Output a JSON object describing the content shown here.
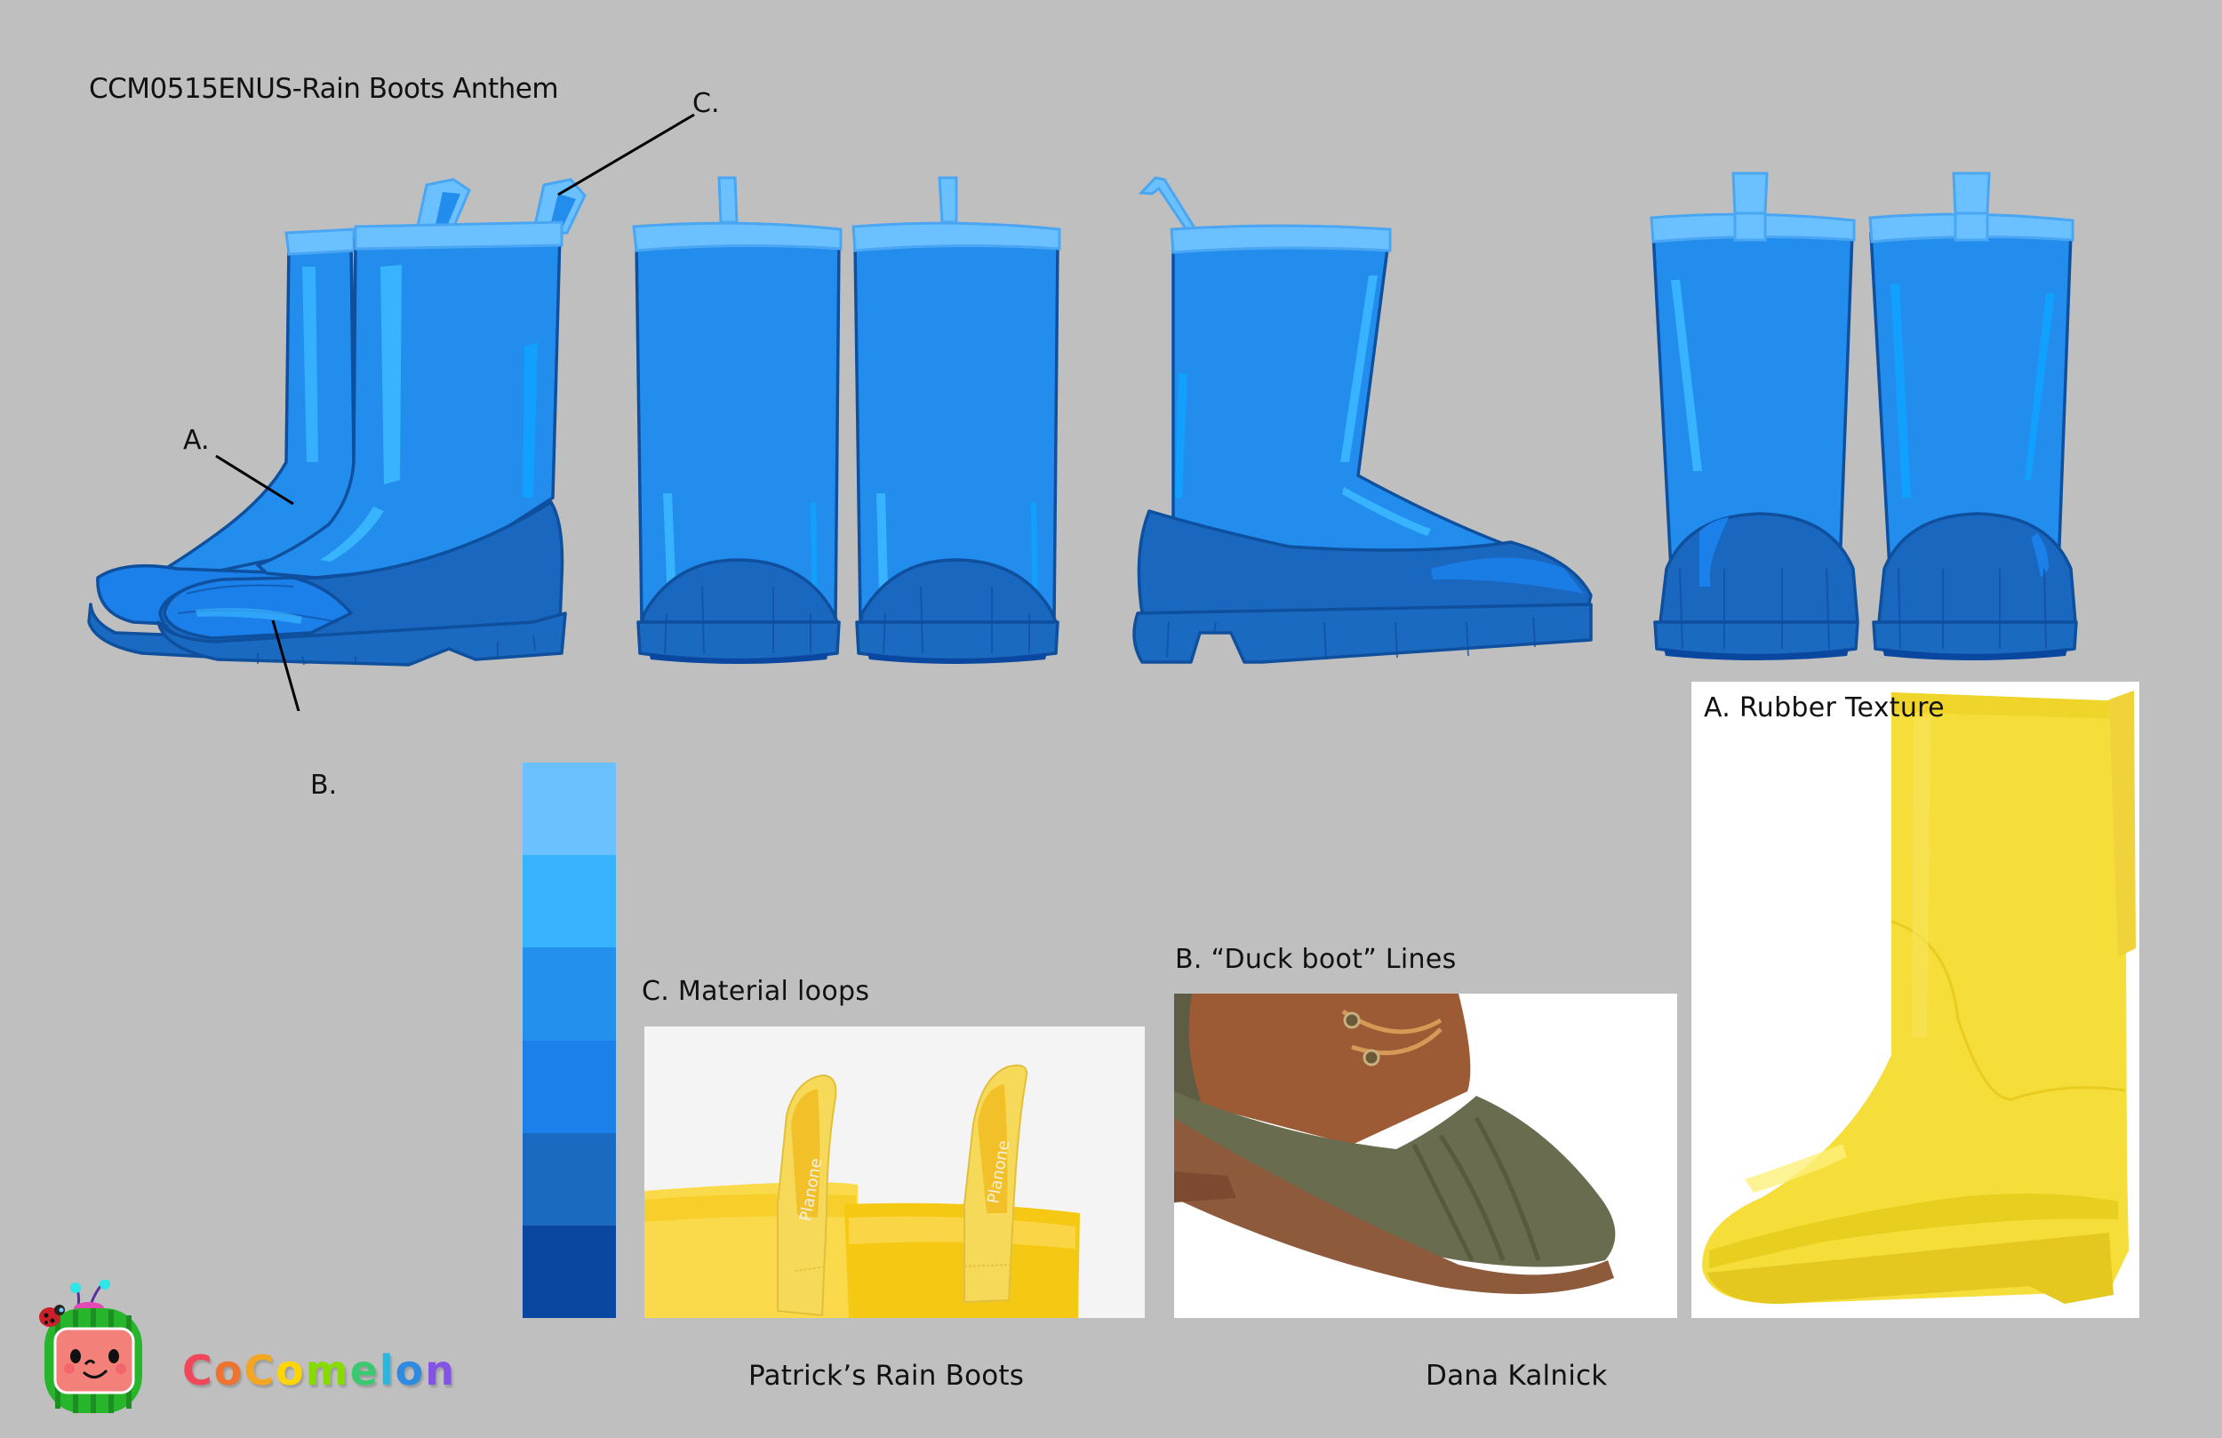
{
  "header": {
    "title": "CCM0515ENUS-Rain Boots Anthem"
  },
  "callouts": {
    "a": "A.",
    "b": "B.",
    "c": "C."
  },
  "turnaround": {
    "views": [
      "three-quarter-pair",
      "front-pair",
      "side",
      "back-pair"
    ],
    "colors": {
      "shaft": "#238ded",
      "shaft_highlight": "#38b4ff",
      "cuff": "#6bc1ff",
      "lower_shell": "#1a67bf",
      "sole": "#1a6ac2",
      "outline": "#0e4f9e",
      "toe_highlight": "#1b80ea"
    }
  },
  "palette": {
    "swatches": [
      "#6bc1ff",
      "#38b4ff",
      "#2490ee",
      "#1b80ea",
      "#1a6ac2",
      "#0a47a0"
    ]
  },
  "references": {
    "material_loops": {
      "label": "C. Material loops",
      "brand_text": "Planone",
      "caption": "Patrick’s Rain Boots"
    },
    "duck_boot": {
      "label": "B. “Duck boot” Lines",
      "caption": "Dana Kalnick"
    },
    "rubber_texture": {
      "label": "A. Rubber Texture"
    }
  },
  "logo": {
    "wordmark_letters": [
      {
        "ch": "C",
        "color": "#f0475a"
      },
      {
        "ch": "o",
        "color": "#ee7230"
      },
      {
        "ch": "C",
        "color": "#f4a623"
      },
      {
        "ch": "o",
        "color": "#ffd600"
      },
      {
        "ch": "m",
        "color": "#86dc00"
      },
      {
        "ch": "e",
        "color": "#3bc870"
      },
      {
        "ch": "l",
        "color": "#2bb6e0"
      },
      {
        "ch": "o",
        "color": "#2e8be0"
      },
      {
        "ch": "n",
        "color": "#8452e6"
      }
    ]
  },
  "background": "#bfbfbf"
}
